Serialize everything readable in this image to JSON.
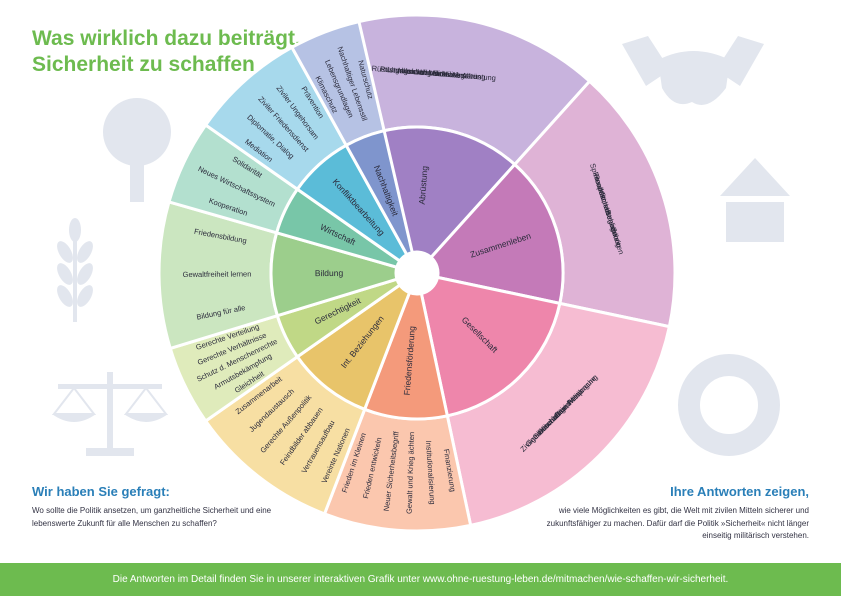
{
  "title": {
    "line1": "Was wirklich dazu beiträgt,",
    "line2": "Sicherheit zu schaffen"
  },
  "question": {
    "heading": "Wir haben Sie gefragt:",
    "text": "Wo sollte die Politik ansetzen, um ganzheitliche Sicherheit und eine lebenswerte Zukunft für alle Menschen zu schaffen?"
  },
  "answer": {
    "heading": "Ihre Antworten zeigen,",
    "text": "wie viele Möglichkeiten es gibt, die Welt mit zivilen Mitteln sicherer und zukunftsfähiger zu machen. Dafür darf die Politik »Sicherheit« nicht länger einseitig militärisch verstehen."
  },
  "footer": {
    "text": "Die Antworten im Detail finden Sie in unserer interaktiven Grafik unter www.ohne-ruestung-leben.de/mitmachen/wie-schaffen-wir-sicherheit."
  },
  "background_icons": [
    "tree-icon",
    "wheat-icon",
    "scales-icon",
    "handshake-icon",
    "house-icon",
    "lifebuoy-icon"
  ],
  "wheel": {
    "segments": [
      {
        "category": "Abrüstung",
        "inner_color": "#a080c4",
        "outer_color": "#c8b3dd",
        "items": [
          "Atomare Abrüstung",
          "Weltweite Abrüstung",
          "Abbau d. Militärausgaben",
          "Umwandlung d. Militärs",
          "Rüstungskonversion",
          "Rüstungskontrolle"
        ]
      },
      {
        "category": "Zusammenleben",
        "inner_color": "#c47ab8",
        "outer_color": "#dfb3d6",
        "items": [
          "Zuhören",
          "Begegnung",
          "Mitmenschlichkeit",
          "Respekt, Vertrauen",
          "Freundschaft",
          "Spiritualität"
        ]
      },
      {
        "category": "Gesellschaft",
        "inner_color": "#ee86ab",
        "outer_color": "#f6bcd2",
        "items": [
          "Grundversorgung",
          "Demokratie, Mitsprache",
          "Glaubwürdige Politik",
          "Gemeinschaftssinn",
          "Zivilgesellschaft"
        ]
      },
      {
        "category": "Friedensförderung",
        "inner_color": "#f49a7b",
        "outer_color": "#fbc7ae",
        "items": [
          "Finanzierung",
          "Institutionalisierung",
          "Gewalt und Krieg ächten",
          "Neuer Sicherheitsbegriff",
          "Frieden entwickeln",
          "Frieden im Kleinen"
        ]
      },
      {
        "category": "Int. Beziehungen",
        "inner_color": "#e8c46a",
        "outer_color": "#f7dfa3",
        "items": [
          "Vereinte Nationen",
          "Vertrauensaufbau",
          "Feindbilder abbauen",
          "Gerechte Außenpolitik",
          "Jugendaustausch",
          "Zusammenarbeit"
        ]
      },
      {
        "category": "Gerechtigkeit",
        "inner_color": "#c0d886",
        "outer_color": "#dfebbb",
        "items": [
          "Gleichheit",
          "Armutsbekämpfung",
          "Schutz d. Menschenrechte",
          "Gerechte Verhältnisse",
          "Gerechte Verteilung"
        ]
      },
      {
        "category": "Bildung",
        "inner_color": "#9cce8c",
        "outer_color": "#cbe6c0",
        "items": [
          "Bildung für alle",
          "Gewaltfreiheit lernen",
          "Friedensbildung"
        ]
      },
      {
        "category": "Wirtschaft",
        "inner_color": "#78c6a8",
        "outer_color": "#b3e0cf",
        "items": [
          "Kooperation",
          "Neues Wirtschaftssystem",
          "Solidarität"
        ]
      },
      {
        "category": "Konfliktbearbeitung",
        "inner_color": "#5bbcd8",
        "outer_color": "#a7d9ec",
        "items": [
          "Mediation",
          "Diplomatie, Dialog",
          "Ziviler Friedensdienst",
          "Ziviler Ungehorsam",
          "Prävention"
        ]
      },
      {
        "category": "Nachhaltigkeit",
        "inner_color": "#7f95cd",
        "outer_color": "#b6c2e4",
        "items": [
          "Klimaschutz",
          "Lebensgrundlagen",
          "Nachhaltiger Lebensstil",
          "Naturschutz"
        ]
      }
    ]
  }
}
